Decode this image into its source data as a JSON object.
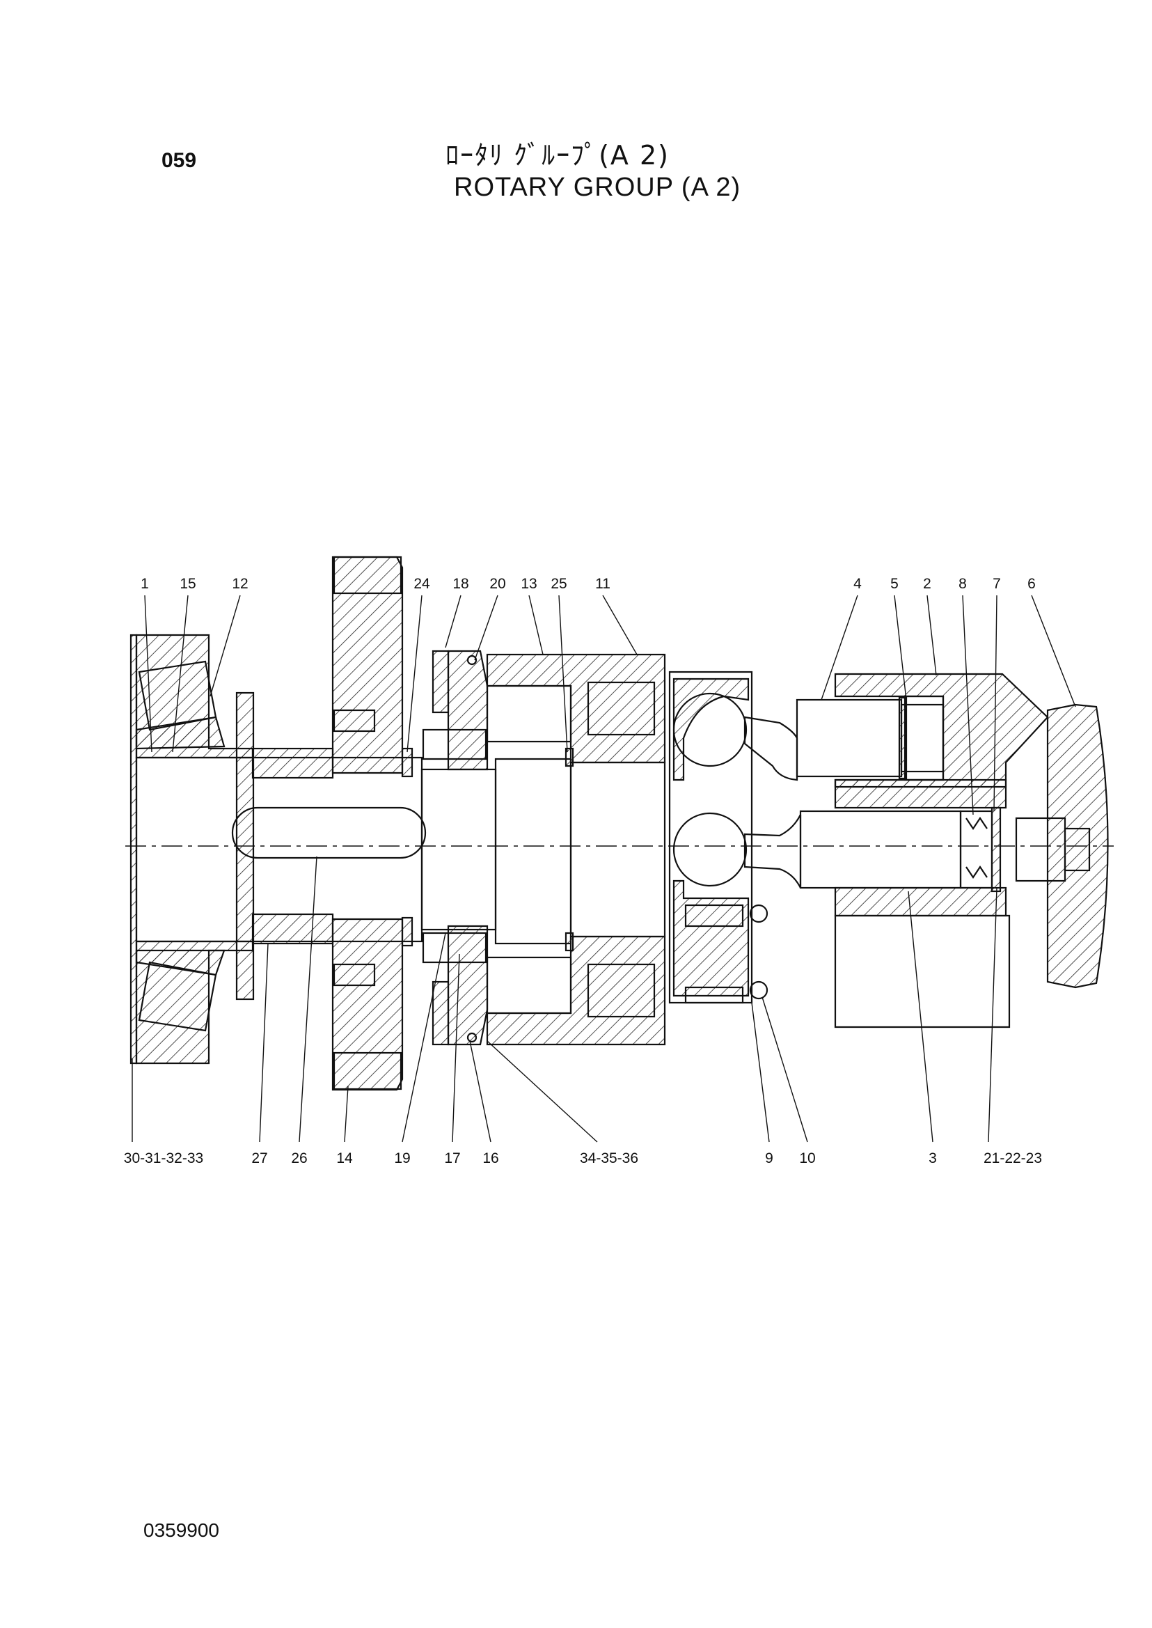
{
  "page": {
    "number": "059",
    "title_jp": "ﾛｰﾀﾘ ｸﾞﾙｰﾌﾟ(A 2)",
    "title_en": "ROTARY GROUP (A 2)",
    "code": "0359900"
  },
  "callouts": {
    "top": [
      {
        "id": "c1",
        "text": "1"
      },
      {
        "id": "c15",
        "text": "15"
      },
      {
        "id": "c12",
        "text": "12"
      },
      {
        "id": "c24",
        "text": "24"
      },
      {
        "id": "c18",
        "text": "18"
      },
      {
        "id": "c20",
        "text": "20"
      },
      {
        "id": "c13",
        "text": "13"
      },
      {
        "id": "c25",
        "text": "25"
      },
      {
        "id": "c11",
        "text": "11"
      },
      {
        "id": "c4",
        "text": "4"
      },
      {
        "id": "c5",
        "text": "5"
      },
      {
        "id": "c2",
        "text": "2"
      },
      {
        "id": "c8",
        "text": "8"
      },
      {
        "id": "c7",
        "text": "7"
      },
      {
        "id": "c6",
        "text": "6"
      }
    ],
    "bottom": [
      {
        "id": "c30",
        "text": "30-31-32-33"
      },
      {
        "id": "c27",
        "text": "27"
      },
      {
        "id": "c26",
        "text": "26"
      },
      {
        "id": "c14",
        "text": "14"
      },
      {
        "id": "c19",
        "text": "19"
      },
      {
        "id": "c17",
        "text": "17"
      },
      {
        "id": "c16",
        "text": "16"
      },
      {
        "id": "c34",
        "text": "34-35-36"
      },
      {
        "id": "c9",
        "text": "9"
      },
      {
        "id": "c10",
        "text": "10"
      },
      {
        "id": "c3",
        "text": "3"
      },
      {
        "id": "c21",
        "text": "21-22-23"
      }
    ]
  }
}
